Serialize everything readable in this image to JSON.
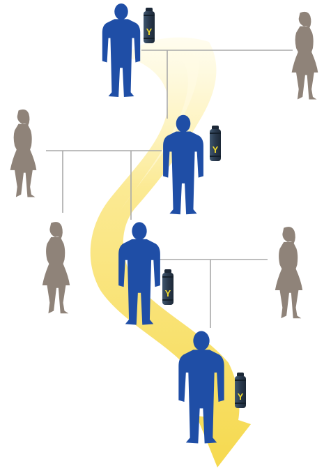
{
  "diagram": {
    "colors": {
      "male": "#1f4ea6",
      "female": "#8f8379",
      "line": "#a9a9a9",
      "arrow_light": "#fff6c4",
      "arrow_mid": "#fbe88a",
      "arrow_strong": "#f6d94f",
      "chromosome_body": "#2c3f55",
      "chromosome_label": "#f2dc2e"
    },
    "chromosome_labels": [
      "Y",
      "Y",
      "Y",
      "Y"
    ],
    "generations": [
      {
        "male_icon": "man-silhouette-icon",
        "partner_icon": "woman-silhouette-icon",
        "chromosome": "y-chromosome-icon"
      },
      {
        "male_icon": "man-silhouette-icon",
        "partner_icon": "woman-silhouette-icon",
        "chromosome": "y-chromosome-icon"
      },
      {
        "male_icon": "man-silhouette-icon",
        "partner_icon": "woman-silhouette-icon",
        "chromosome": "y-chromosome-icon"
      },
      {
        "male_icon": "man-silhouette-icon",
        "partner_icon": null,
        "chromosome": "y-chromosome-icon"
      }
    ],
    "extra_female_icon": "woman-silhouette-icon"
  }
}
